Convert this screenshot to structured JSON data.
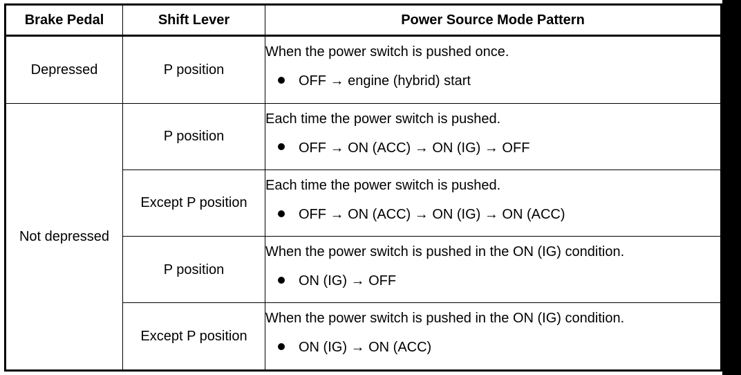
{
  "table": {
    "headers": [
      "Brake Pedal",
      "Shift Lever",
      "Power Source Mode Pattern"
    ],
    "groups": [
      {
        "brake": "Depressed",
        "rows": [
          {
            "lever": "P position",
            "description": "When the power switch is pushed once.",
            "sequence": "OFF → engine (hybrid) start"
          }
        ]
      },
      {
        "brake": "Not depressed",
        "rows": [
          {
            "lever": "P position",
            "description": "Each time the power switch is pushed.",
            "sequence": "OFF → ON (ACC) → ON (IG) → OFF"
          },
          {
            "lever": "Except P position",
            "description": "Each time the power switch is pushed.",
            "sequence": "OFF → ON (ACC) → ON (IG) → ON (ACC)"
          },
          {
            "lever": "P position",
            "description": "When the power switch is pushed in the ON (IG) condition.",
            "sequence": "ON (IG) → OFF"
          },
          {
            "lever": "Except P position",
            "description": "When the power switch is pushed in the ON (IG) condition.",
            "sequence": "ON (IG) → ON (ACC)"
          }
        ]
      }
    ]
  }
}
